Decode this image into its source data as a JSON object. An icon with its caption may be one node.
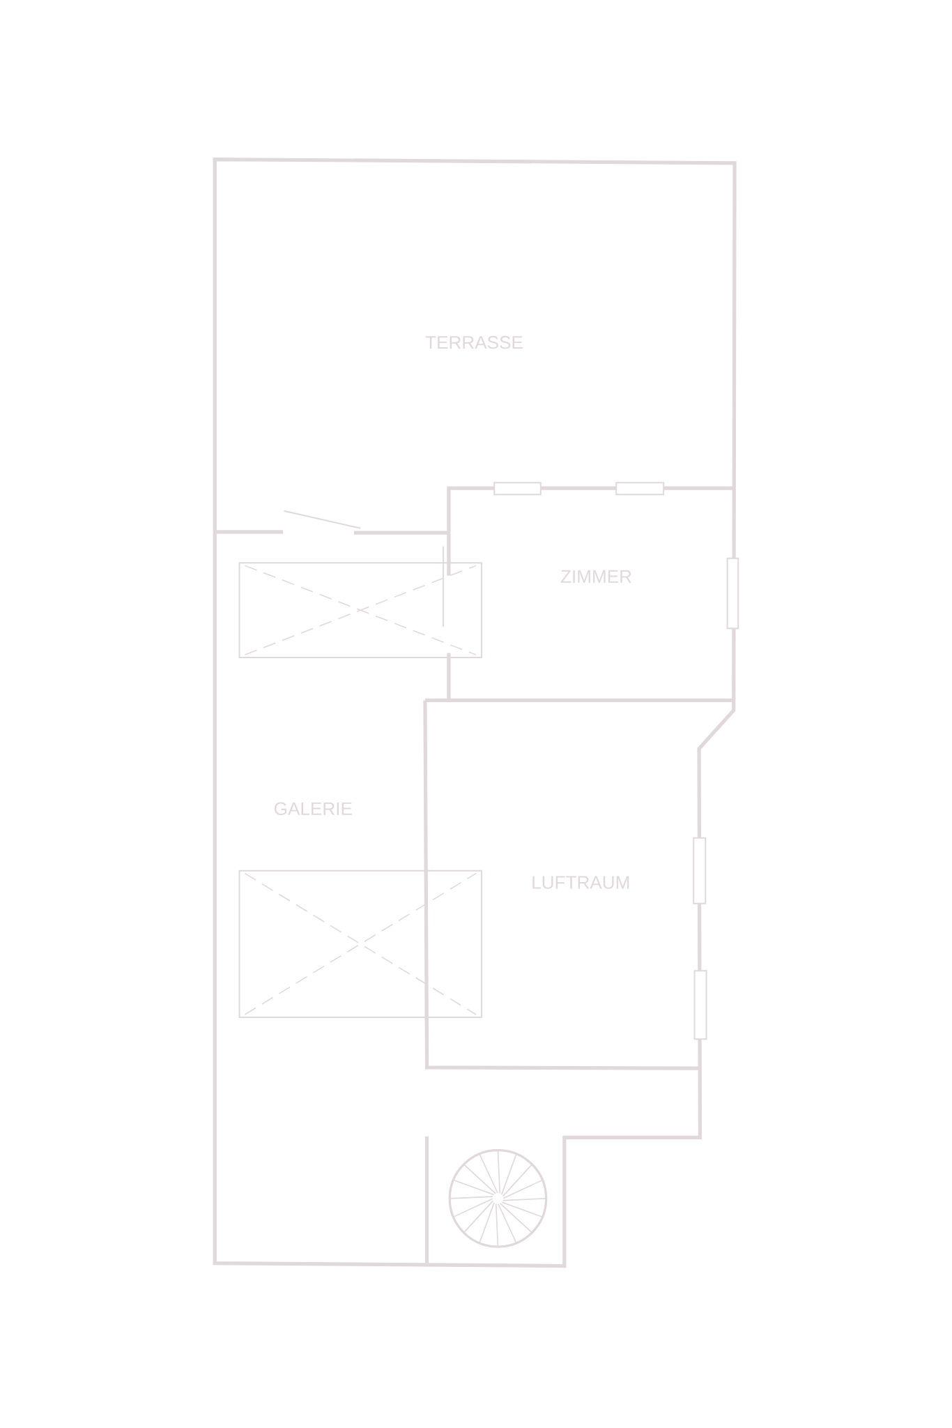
{
  "diagram": {
    "labels": [
      "TERRASSE",
      "ZIMMER",
      "GALERIE",
      "LUFTRAUM"
    ]
  }
}
